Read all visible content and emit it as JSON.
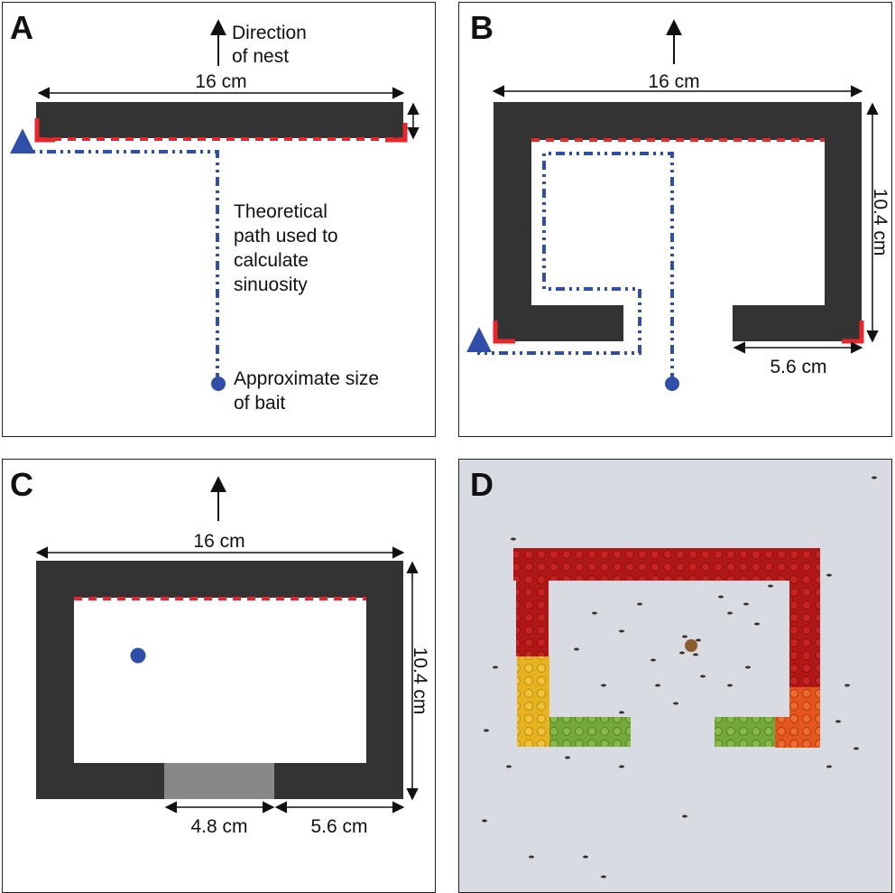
{
  "panels": {
    "A": {
      "letter": "A",
      "direction_line1": "Direction",
      "direction_line2": "of nest",
      "width_label": "16 cm",
      "path_line1": "Theoretical",
      "path_line2": "path used to",
      "path_line3": "calculate",
      "path_line4": "sinuosity",
      "bait_line1": "Approximate size",
      "bait_line2": "of bait"
    },
    "B": {
      "letter": "B",
      "width_label": "16 cm",
      "height_label": "10.4 cm",
      "arm_label": "5.6 cm"
    },
    "C": {
      "letter": "C",
      "width_label": "16 cm",
      "height_label": "10.4 cm",
      "gap_label": "4.8 cm",
      "arm_label": "5.6 cm"
    },
    "D": {
      "letter": "D"
    }
  },
  "colors": {
    "barrier": "#333333",
    "edge_marker": "#e8262b",
    "path": "#2f4fa8",
    "bait": "#2f4fa8",
    "gap_fill": "#888888",
    "photo_bg": "#d9dbe3",
    "lego_red": "#b01818",
    "lego_yellow": "#e6b21e",
    "lego_green": "#74a83a",
    "lego_orange": "#e4561c"
  }
}
